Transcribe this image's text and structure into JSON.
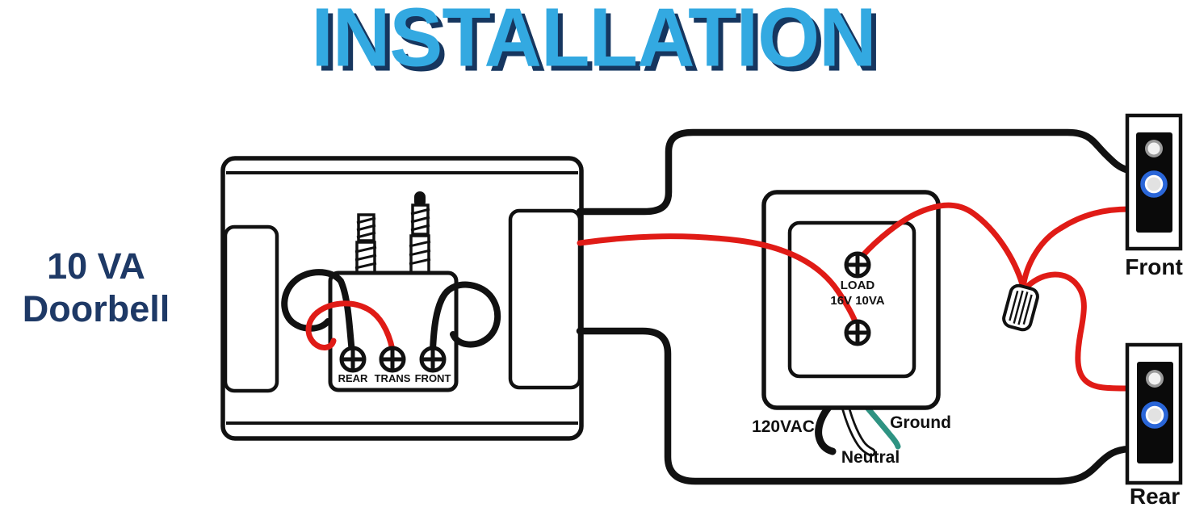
{
  "title": "INSTALLATION",
  "device_label": {
    "line1": "10 VA",
    "line2": "Doorbell"
  },
  "chime": {
    "terminals": [
      "REAR",
      "TRANS",
      "FRONT"
    ]
  },
  "transformer": {
    "load_line1": "LOAD",
    "load_line2": "16V 10VA",
    "hot_label": "120VAC",
    "neutral_label": "Neutral",
    "ground_label": "Ground"
  },
  "buttons": {
    "front_label": "Front",
    "rear_label": "Rear"
  },
  "colors": {
    "title_fill": "#33a9e1",
    "title_shadow": "#16365f",
    "device_label_navy": "#1e3966",
    "wire_red": "#e01b16",
    "wire_black": "#111111",
    "wire_white": "#ffffff",
    "wire_green": "#2e9382",
    "button_ring_blue": "#2a66d8",
    "outline_black": "#111111"
  }
}
